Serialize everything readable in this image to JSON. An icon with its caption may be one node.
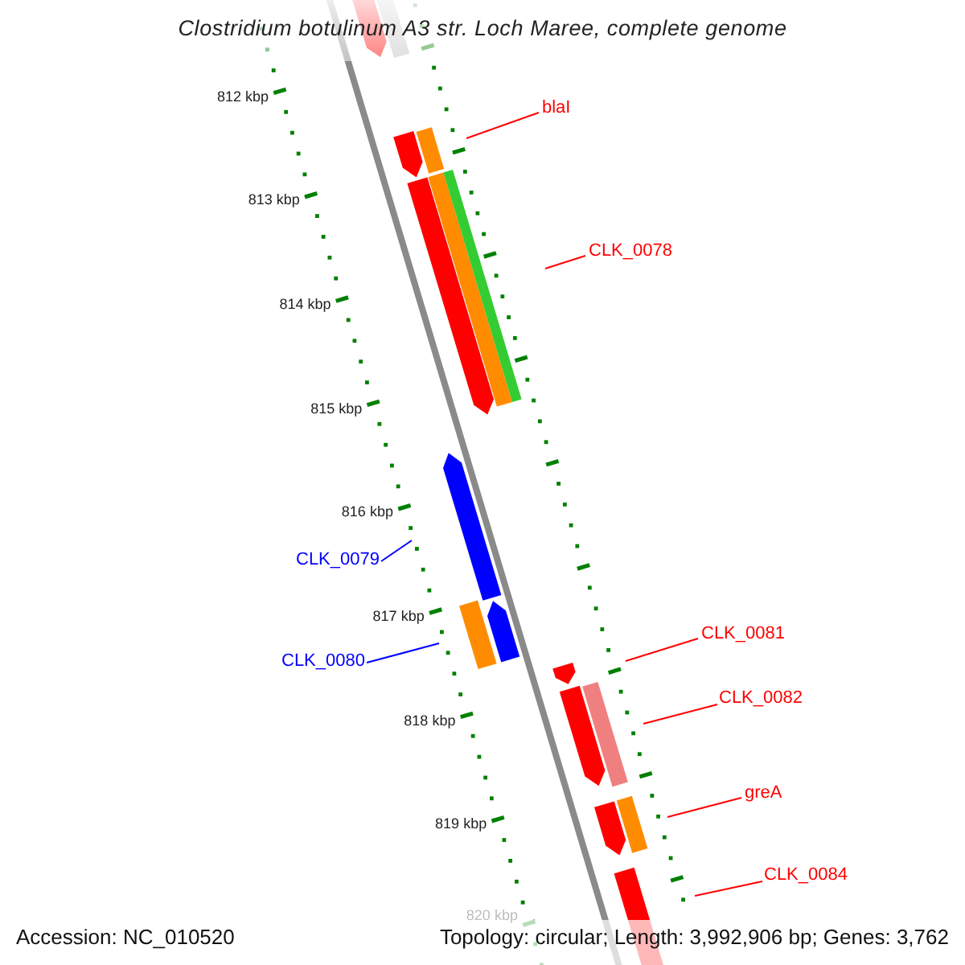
{
  "diagram": {
    "title": "Clostridium botulinum A3 str. Loch Maree, complete genome",
    "nodes": [
      {
        "text": [
          "blaI"
        ]
      },
      {
        "text": [
          "CLK_0078"
        ]
      },
      {
        "text": [
          "CLK_0079"
        ]
      },
      {
        "text": [
          "CLK_0080"
        ]
      },
      {
        "text": [
          "CLK_0081"
        ]
      },
      {
        "text": [
          "CLK_0082"
        ]
      },
      {
        "text": [
          "greA"
        ]
      },
      {
        "text": [
          "CLK_0084"
        ]
      }
    ],
    "edges": [
      {
        "from": 0,
        "to": null,
        "arrow": "none"
      },
      {
        "from": 1,
        "to": null,
        "arrow": "none"
      },
      {
        "from": 2,
        "to": null,
        "arrow": "none",
        "color": "#0000ff"
      },
      {
        "from": 3,
        "to": null,
        "arrow": "none",
        "color": "#0000ff"
      },
      {
        "from": 4,
        "to": null,
        "arrow": "none"
      },
      {
        "from": 5,
        "to": null,
        "arrow": "none"
      },
      {
        "from": 6,
        "to": null,
        "arrow": "none"
      },
      {
        "from": 7,
        "to": null,
        "arrow": "none"
      }
    ],
    "labels": [
      "812 kbp",
      "813 kbp",
      "814 kbp",
      "815 kbp",
      "816 kbp",
      "817 kbp",
      "818 kbp",
      "819 kbp",
      "820 kbp",
      "Accession: NC_010520",
      "Topology: circular; Length: 3,992,906 bp; Genes: 3,762"
    ]
  }
}
